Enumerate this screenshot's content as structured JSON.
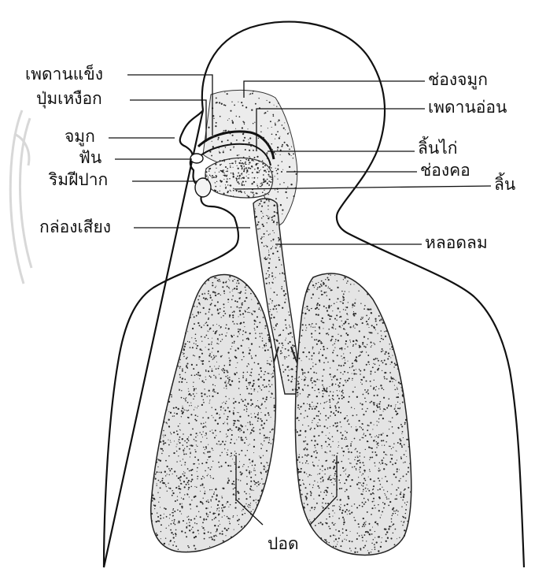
{
  "labels": {
    "hard_palate": "เพดานแข็ง",
    "gum_ridge": "ปุ่มเหงือก",
    "nose": "จมูก",
    "teeth": "ฟัน",
    "lips": "ริมฝีปาก",
    "larynx": "กล่องเสียง",
    "nasal_cavity": "ช่องจมูก",
    "soft_palate": "เพดานอ่อน",
    "uvula": "ลิ้นไก่",
    "pharynx": "ช่องคอ",
    "tongue": "ลิ้น",
    "trachea": "หลอดลม",
    "lungs": "ปอด"
  },
  "colors": {
    "ink": "#111111",
    "stipple": "#2a2a2a",
    "watermark": "#d8d8d8"
  }
}
